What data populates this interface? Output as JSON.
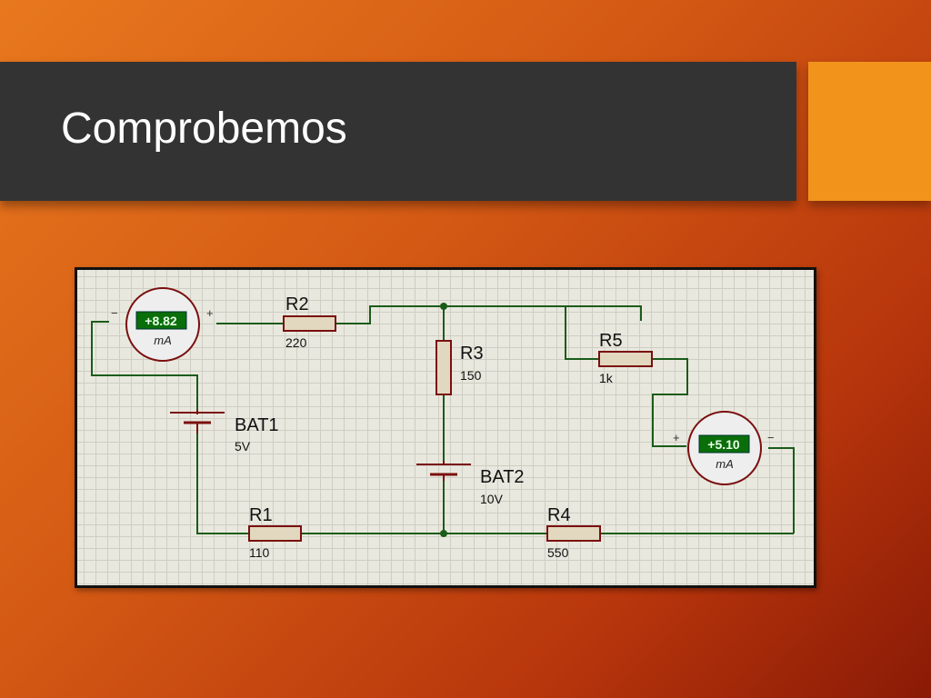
{
  "slide": {
    "title": "Comprobemos",
    "colors": {
      "title_bar": "#333333",
      "accent": "#f2931c",
      "background": "#d45a14"
    }
  },
  "diagram": {
    "type": "circuit-schematic",
    "components": [
      {
        "id": "R1",
        "name": "R1",
        "value": "110"
      },
      {
        "id": "R2",
        "name": "R2",
        "value": "220"
      },
      {
        "id": "R3",
        "name": "R3",
        "value": "150"
      },
      {
        "id": "R4",
        "name": "R4",
        "value": "550"
      },
      {
        "id": "R5",
        "name": "R5",
        "value": "1k"
      },
      {
        "id": "BAT1",
        "name": "BAT1",
        "value": "5V"
      },
      {
        "id": "BAT2",
        "name": "BAT2",
        "value": "10V"
      }
    ],
    "meters": [
      {
        "id": "meter1",
        "reading": "+8.82",
        "unit": "mA",
        "plus": "+",
        "minus": "−"
      },
      {
        "id": "meter2",
        "reading": "+5.10",
        "unit": "mA",
        "plus": "+",
        "minus": "−"
      }
    ],
    "colors": {
      "wire": "#1a5c1a",
      "resistor_fill": "#e2d8bf",
      "component_stroke": "#7a0f0f",
      "meter_display": "#0a6e0a"
    }
  }
}
